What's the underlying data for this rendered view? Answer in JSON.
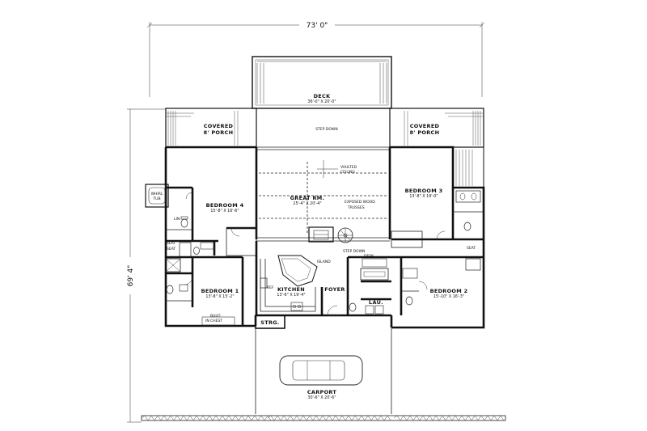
{
  "dimensions": {
    "width_label": "73' 0\"",
    "depth_label": "69' 4\""
  },
  "rooms": {
    "deck": {
      "name": "DECK",
      "size": "36'-0\" X 20'-0\""
    },
    "porch_left": {
      "line1": "COVERED",
      "line2": "8' PORCH"
    },
    "porch_right": {
      "line1": "COVERED",
      "line2": "8' PORCH"
    },
    "step_down_top": "STEP DOWN",
    "vaulted": {
      "line1": "VAULTED",
      "line2": "CEILING"
    },
    "great_room": {
      "name": "GREAT RM.",
      "size": "25'-4\" X 20'-4\""
    },
    "trusses": {
      "line1": "EXPOSED WOOD",
      "line2": "TRUSSES"
    },
    "bedroom4": {
      "name": "BEDROOM 4",
      "size": "15'-8\" X 16'-6\""
    },
    "bedroom3": {
      "name": "BEDROOM 3",
      "size": "13'-8\" X 19'-0\""
    },
    "bedroom1": {
      "name": "BEDROOM 1",
      "size": "13'-8\" X 15'-2\""
    },
    "bedroom2": {
      "name": "BEDROOM 2",
      "size": "15'-10\" X 16'-3\""
    },
    "kitchen": {
      "name": "KITCHEN",
      "size": "13'-6\" X 19'-4\""
    },
    "island": "ISLAND",
    "foyer": "FOYER",
    "lau": "LAU.",
    "strg": "STRG.",
    "desk": "DESK",
    "step_down_mid": "STEP DOWN",
    "seat_left": "SEAT",
    "seat_right": "SEAT",
    "seat_left2": "SEAT",
    "tub": {
      "line1": "WHIRL",
      "line2": "TUB"
    },
    "lin": "LIN",
    "built_in": {
      "line1": "BUILT-",
      "line2": "IN CHEST"
    },
    "ref": "REF",
    "carport": {
      "name": "CARPORT",
      "size": "30'-6\" X 20'-6\""
    }
  }
}
